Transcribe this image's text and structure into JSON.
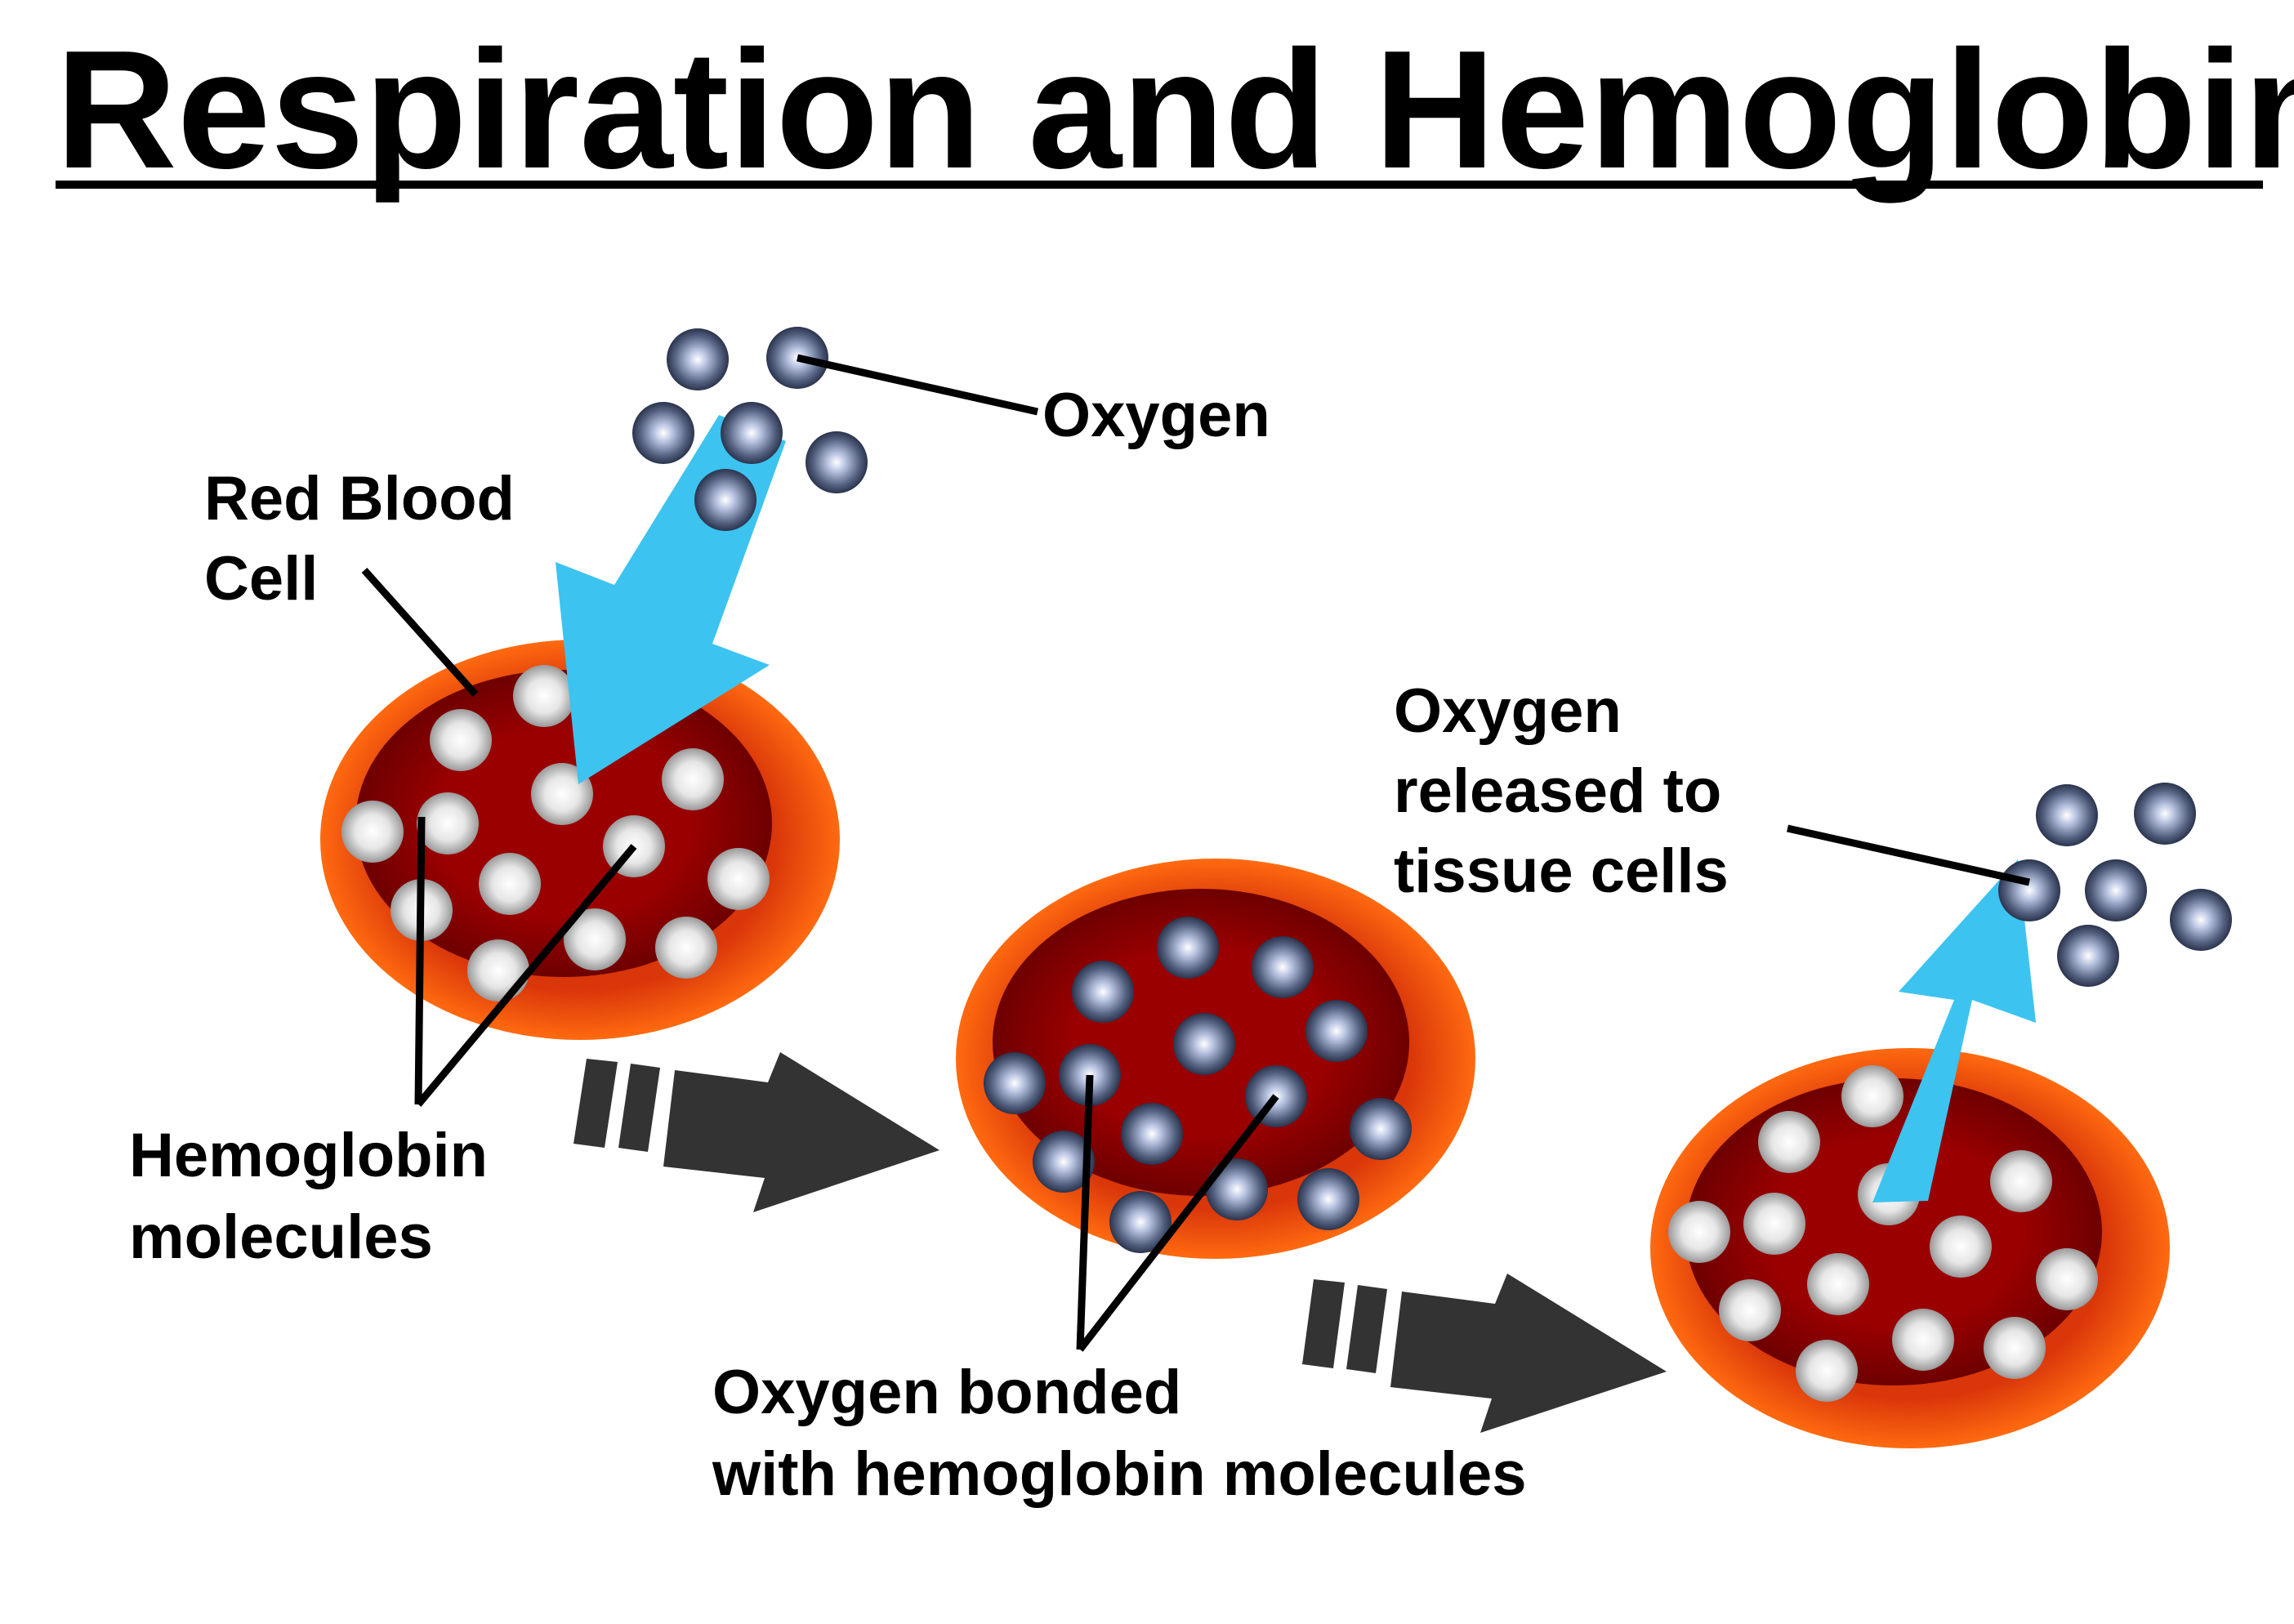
{
  "title": "Respiration and Hemoglobin",
  "labels": {
    "oxygen": "Oxygen",
    "red_blood_cell_line1": "Red Blood",
    "red_blood_cell_line2": "Cell",
    "hemoglobin_line1": "Hemoglobin",
    "hemoglobin_line2": "molecules",
    "bonded_line1": "Oxygen bonded",
    "bonded_line2": "with hemoglobin molecules",
    "released_line1": "Oxygen",
    "released_line2": "released to",
    "released_line3": "tissue cells"
  },
  "colors": {
    "cell_outer": "#e8420a",
    "cell_inner": "#9a0000",
    "oxygen_molecule": "#3d4a6e",
    "hemoglobin_molecule": "#c8c8c8",
    "intake_arrow": "#3cc3f0",
    "process_arrow": "#333333"
  }
}
